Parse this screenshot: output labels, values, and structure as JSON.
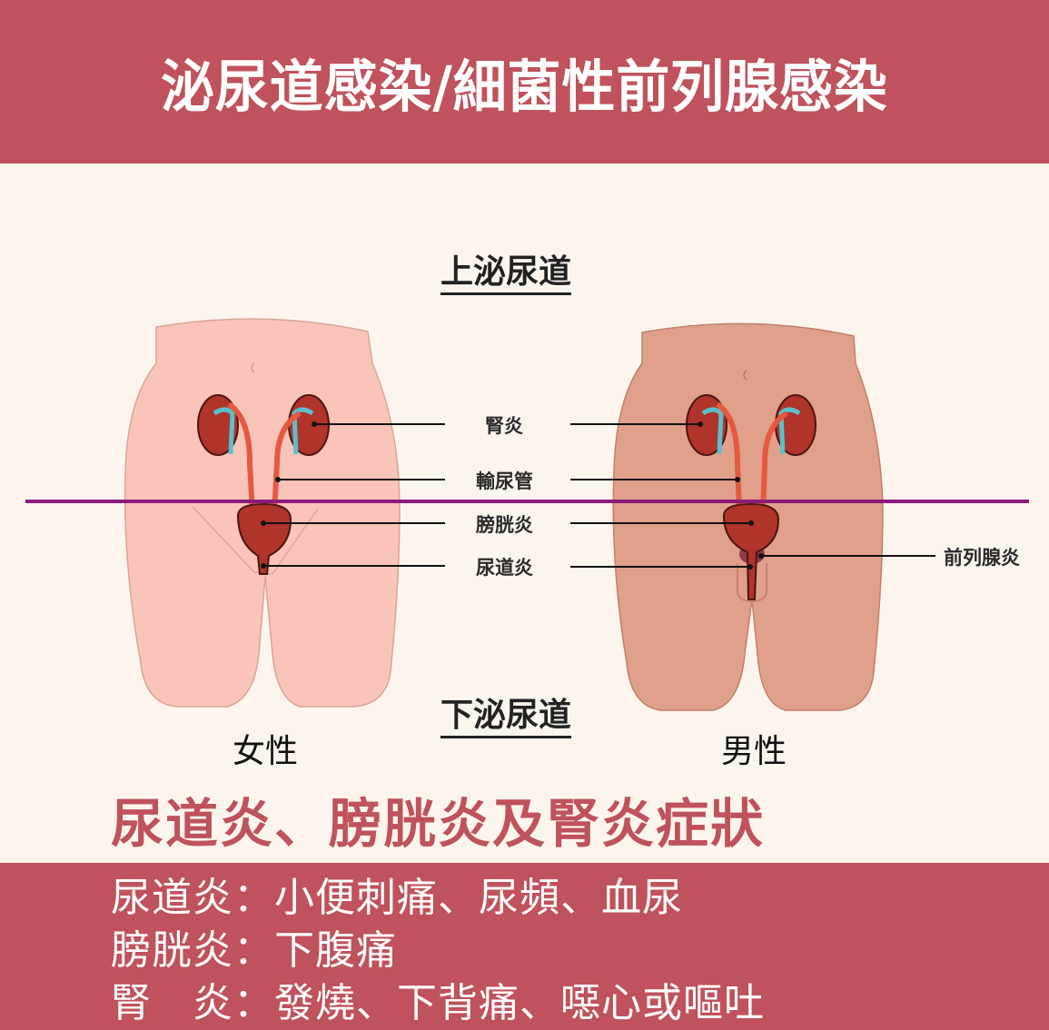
{
  "header": {
    "title": "泌尿道感染/細菌性前列腺感染"
  },
  "diagram": {
    "upper_tract_title": "上泌尿道",
    "lower_tract_title": "下泌尿道",
    "labels": {
      "kidney": "腎炎",
      "ureter": "輸尿管",
      "bladder": "膀胱炎",
      "urethra": "尿道炎",
      "prostate": "前列腺炎"
    },
    "figures": {
      "female": {
        "label": "女性",
        "skin_color": "#fbc4b8"
      },
      "male": {
        "label": "男性",
        "skin_color": "#e0a08a"
      }
    },
    "divider_color": "#8b1a7e",
    "organ_color": "#b0342a",
    "vessel_color": "#5bc0cc"
  },
  "symptoms": {
    "title": "尿道炎、膀胱炎及腎炎症狀",
    "rows": [
      {
        "name": "尿道炎",
        "sep": "：",
        "desc": "小便刺痛、尿頻、血尿"
      },
      {
        "name": "膀胱炎",
        "sep": "：",
        "desc": "下腹痛"
      },
      {
        "name": "腎　炎",
        "sep": "：",
        "desc": "發燒、下背痛、噁心或嘔吐"
      }
    ]
  },
  "colors": {
    "brand": "#bf525c",
    "background": "#fcf5ee"
  }
}
